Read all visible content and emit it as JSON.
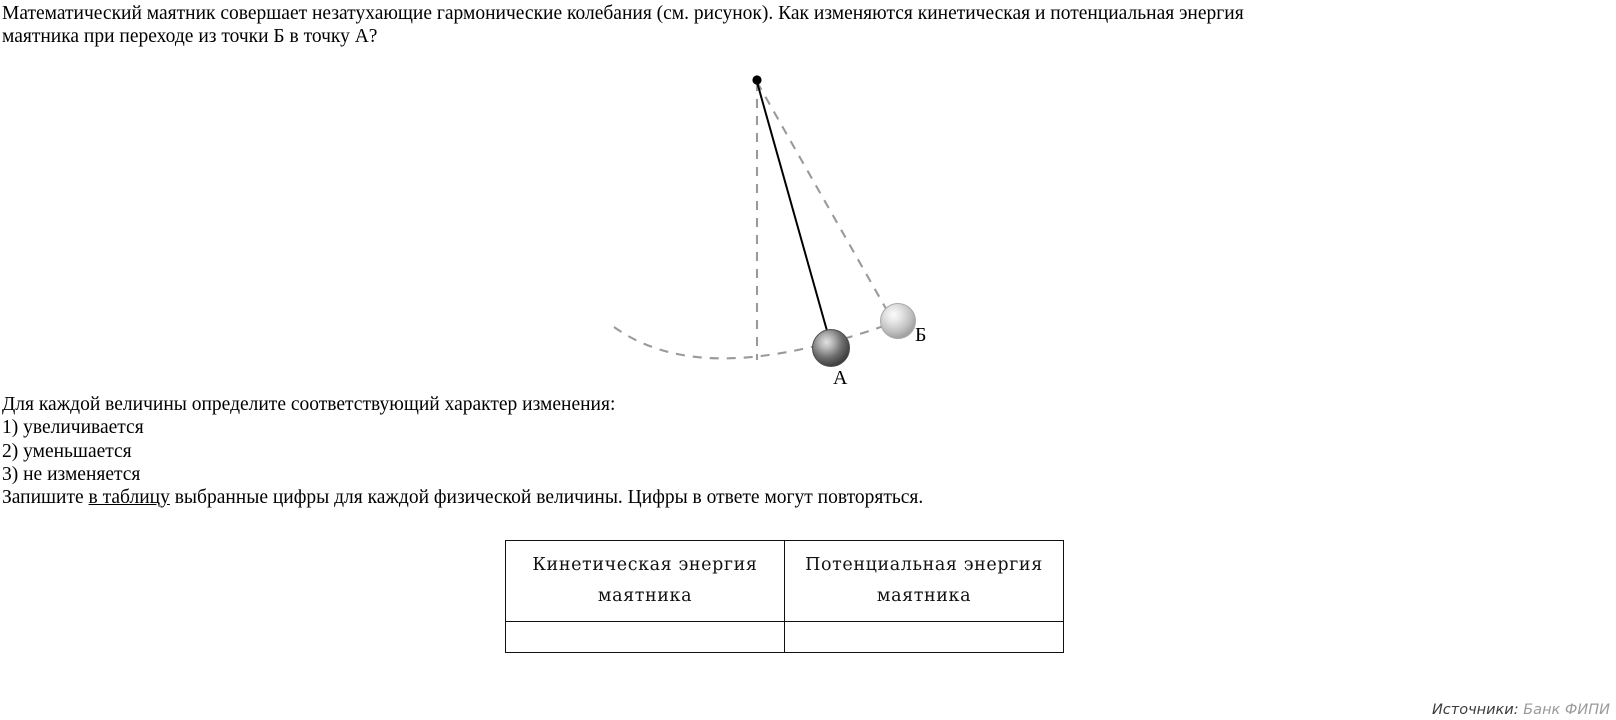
{
  "question": {
    "line1": "Математический маятник совершает незатухающие гармонические колебания (см. рисунок). Как изменяются кинетическая и потенциальная энергия",
    "line2": "маятника при переходе из точки Б в точку А?"
  },
  "figure": {
    "label_a": "А",
    "label_b": "Б",
    "pivot_name": "pivot-point",
    "colors": {
      "rod": "#000000",
      "dashed": "#9a9a9a",
      "bob_a_dark": "#4a4a4a",
      "bob_a_light": "#d8d8d8",
      "bob_b_dark": "#9e9e9e",
      "bob_b_light": "#f2f2f2"
    }
  },
  "instructions": {
    "prompt": "Для каждой величины определите соответствующий характер изменения:",
    "options": [
      "1) увеличивается",
      "2) уменьшается",
      "3) не изменяется"
    ],
    "final_before": "Запишите ",
    "final_underlined": "в таблицу",
    "final_after": " выбранные цифры для каждой физической величины. Цифры в ответе могут повторяться."
  },
  "answer_table": {
    "headers": [
      "Кинетическая энергия\nмаятника",
      "Потенциальная энергия\nмаятника"
    ],
    "header_col1_line1": "Кинетическая энергия",
    "header_col1_line2": "маятника",
    "header_col2_line1": "Потенциальная энергия",
    "header_col2_line2": "маятника",
    "answer_row": [
      "",
      ""
    ]
  },
  "footer": {
    "label": "Источники:",
    "value": "Банк ФИПИ"
  }
}
